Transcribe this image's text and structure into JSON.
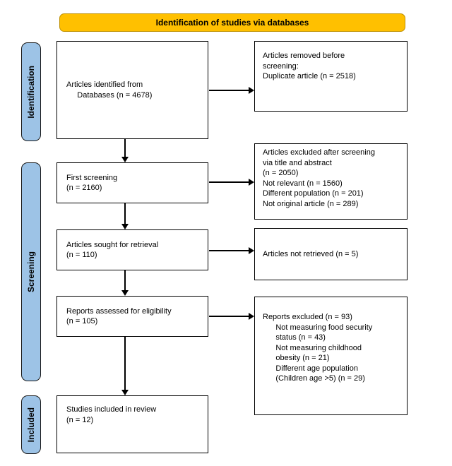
{
  "title_banner": {
    "text": "Identification of studies via databases",
    "bg_color": "#FFC000"
  },
  "stage_labels": [
    {
      "label": "Identification",
      "bg_color": "#9DC3E6"
    },
    {
      "label": "Screening",
      "bg_color": "#9DC3E6"
    },
    {
      "label": "Included",
      "bg_color": "#9DC3E6"
    }
  ],
  "flow_boxes": {
    "identified": {
      "text": "Articles identified from\n     Databases (n = 4678)"
    },
    "first_screening": {
      "text": "First screening\n(n = 2160)"
    },
    "sought_retrieval": {
      "text": "Articles sought for retrieval\n(n = 110)"
    },
    "assessed_eligibility": {
      "text": "Reports assessed for eligibility\n(n = 105)"
    },
    "included_review": {
      "text": "Studies included in review\n(n = 12)"
    }
  },
  "exclusion_boxes": {
    "removed_before_screening": {
      "text": "Articles removed before\nscreening:\nDuplicate article (n = 2518)"
    },
    "excluded_after_screening": {
      "text": "Articles excluded after screening\nvia title and abstract\n(n = 2050)\nNot relevant (n = 1560)\nDifferent population (n = 201)\nNot original article (n = 289)"
    },
    "not_retrieved": {
      "text": "Articles not retrieved (n = 5)"
    },
    "reports_excluded": {
      "text": "Reports excluded (n = 93)\n      Not measuring food security\n      status (n = 43)\n      Not measuring childhood\n      obesity (n = 21)\n      Different age population\n      (Children age >5) (n = 29)"
    }
  }
}
